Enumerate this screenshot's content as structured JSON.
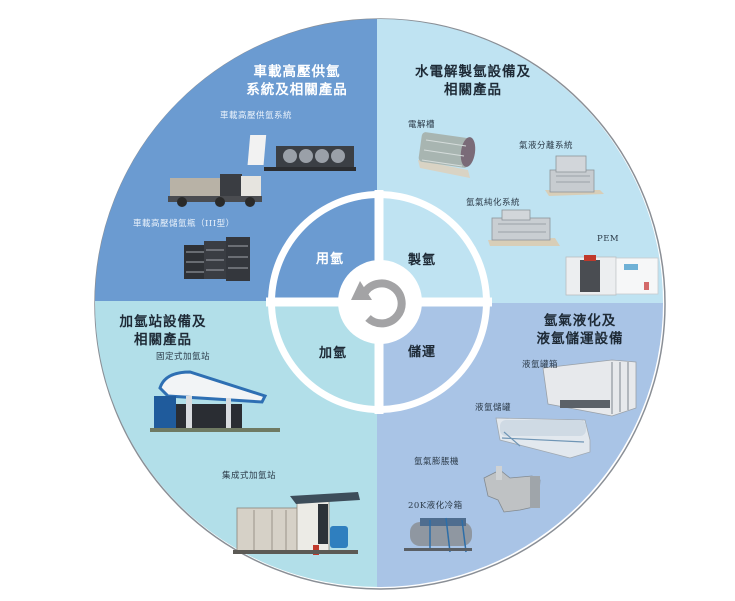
{
  "diagram": {
    "center_icon": "cycle-refresh-icon",
    "colors": {
      "use_quadrant": "#6b9bd1",
      "production_quadrant": "#bfe3f2",
      "refueling_quadrant": "#b2dfe9",
      "storage_quadrant": "#a9c4e6",
      "ring": "#ffffff",
      "icon": "#a3a3a5",
      "outline": "#8a8f96"
    },
    "inner_segments": {
      "use": "用氫",
      "production": "製氫",
      "refueling": "加氫",
      "storage": "儲運"
    },
    "quadrants": {
      "top_left": {
        "title_line1": "車載高壓供氫",
        "title_line2": "系統及相關產品",
        "products": [
          {
            "label": "車載高壓供氫系統",
            "image": "truck-chassis-with-tanks"
          },
          {
            "label": "",
            "image": "dump-truck-with-tanks"
          },
          {
            "label": "車載高壓儲氫瓶（III型）",
            "image": "hydrogen-cylinder-racks"
          }
        ]
      },
      "top_right": {
        "title_line1": "水電解製氫設備及",
        "title_line2": "相關產品",
        "products": [
          {
            "label": "電解槽",
            "image": "electrolyzer"
          },
          {
            "label": "氣液分離系統",
            "image": "gas-liquid-separator"
          },
          {
            "label": "氫氣純化系統",
            "image": "hydrogen-purifier"
          },
          {
            "label": "PEM",
            "image": "pem-cabinet"
          }
        ]
      },
      "bottom_left": {
        "title_line1": "加氫站設備及",
        "title_line2": "相關產品",
        "products": [
          {
            "label": "固定式加氫站",
            "image": "fixed-refueling-station"
          },
          {
            "label": "集成式加氫站",
            "image": "integrated-refueling-station"
          }
        ]
      },
      "bottom_right": {
        "title_line1": "氫氣液化及",
        "title_line2": "液氫儲運設備",
        "products": [
          {
            "label": "液氫罐箱",
            "image": "liquid-hydrogen-tank-container"
          },
          {
            "label": "液氫儲罐",
            "image": "liquid-hydrogen-storage-tank"
          },
          {
            "label": "氫氣膨脹機",
            "image": "hydrogen-expander"
          },
          {
            "label": "20K液化冷箱",
            "image": "20k-liquefaction-cold-box"
          }
        ]
      }
    }
  }
}
